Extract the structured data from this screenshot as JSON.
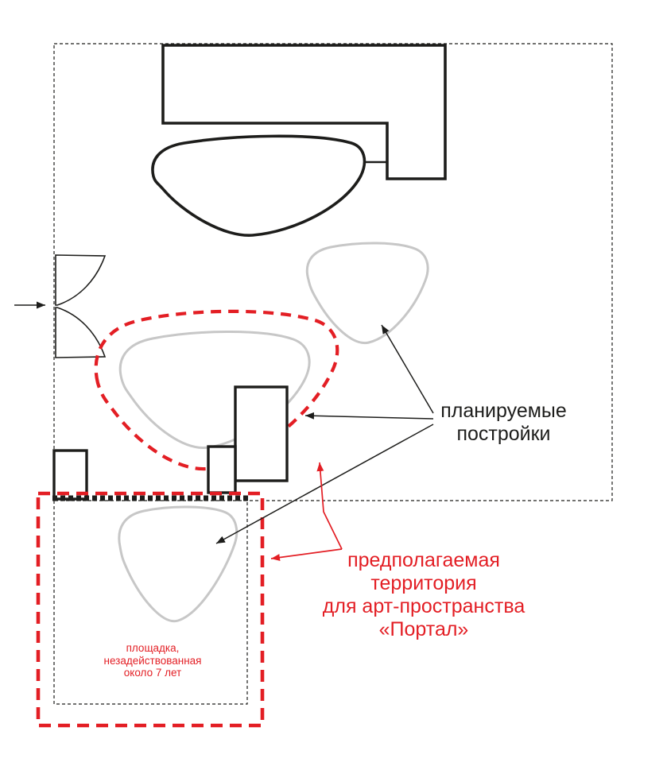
{
  "colors": {
    "background": "#ffffff",
    "black": "#1d1d1b",
    "gray": "#c7c7c7",
    "accent_red": "#e31e24"
  },
  "labels": {
    "planned_buildings": "планируемые\nпостройки",
    "territory": "предполагаемая\nтерритория\nдля арт-пространства\n«Портал»",
    "unused_site": "площадка,\nнезадействованная\nоколо 7 лет"
  }
}
